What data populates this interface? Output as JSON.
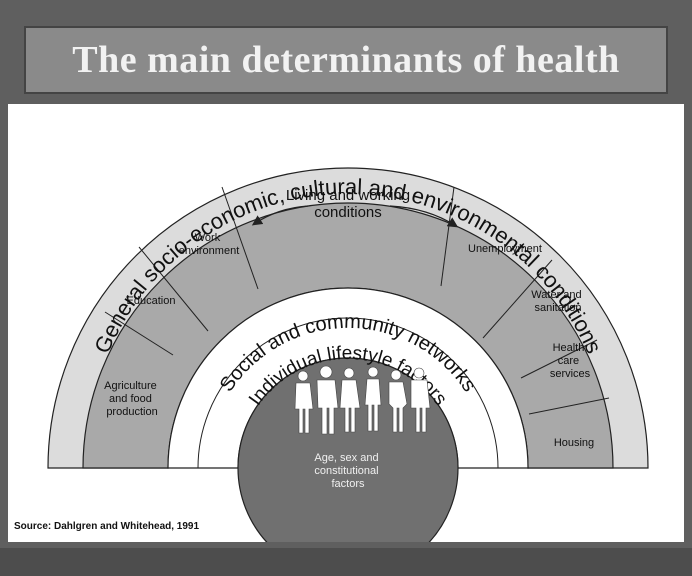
{
  "title": "The main determinants of health",
  "rings": {
    "outer": "General socio-economic, cultural and environmental conditions",
    "community": "Social and community networks",
    "lifestyle": "Individual lifestyle factors"
  },
  "living_working": {
    "heading_line1": "Living and working",
    "heading_line2": "conditions",
    "segments": [
      [
        "Agriculture",
        "and food",
        "production"
      ],
      [
        "Education"
      ],
      [
        "Work",
        "environment"
      ],
      [
        "Unemployment"
      ],
      [
        "Water and",
        "sanitation"
      ],
      [
        "Health",
        "care",
        "services"
      ],
      [
        "Housing"
      ]
    ]
  },
  "core": [
    "Age, sex and",
    "constitutional",
    "factors"
  ],
  "source": "Source: Dahlgren and Whitehead, 1991",
  "colors": {
    "background": "#5f5f5f",
    "title_bar": "#8a8a8a",
    "outer_ring": "#dcdcdc",
    "segments": "#a9a9a9",
    "white_rings": "#ffffff",
    "core": "#707070"
  }
}
